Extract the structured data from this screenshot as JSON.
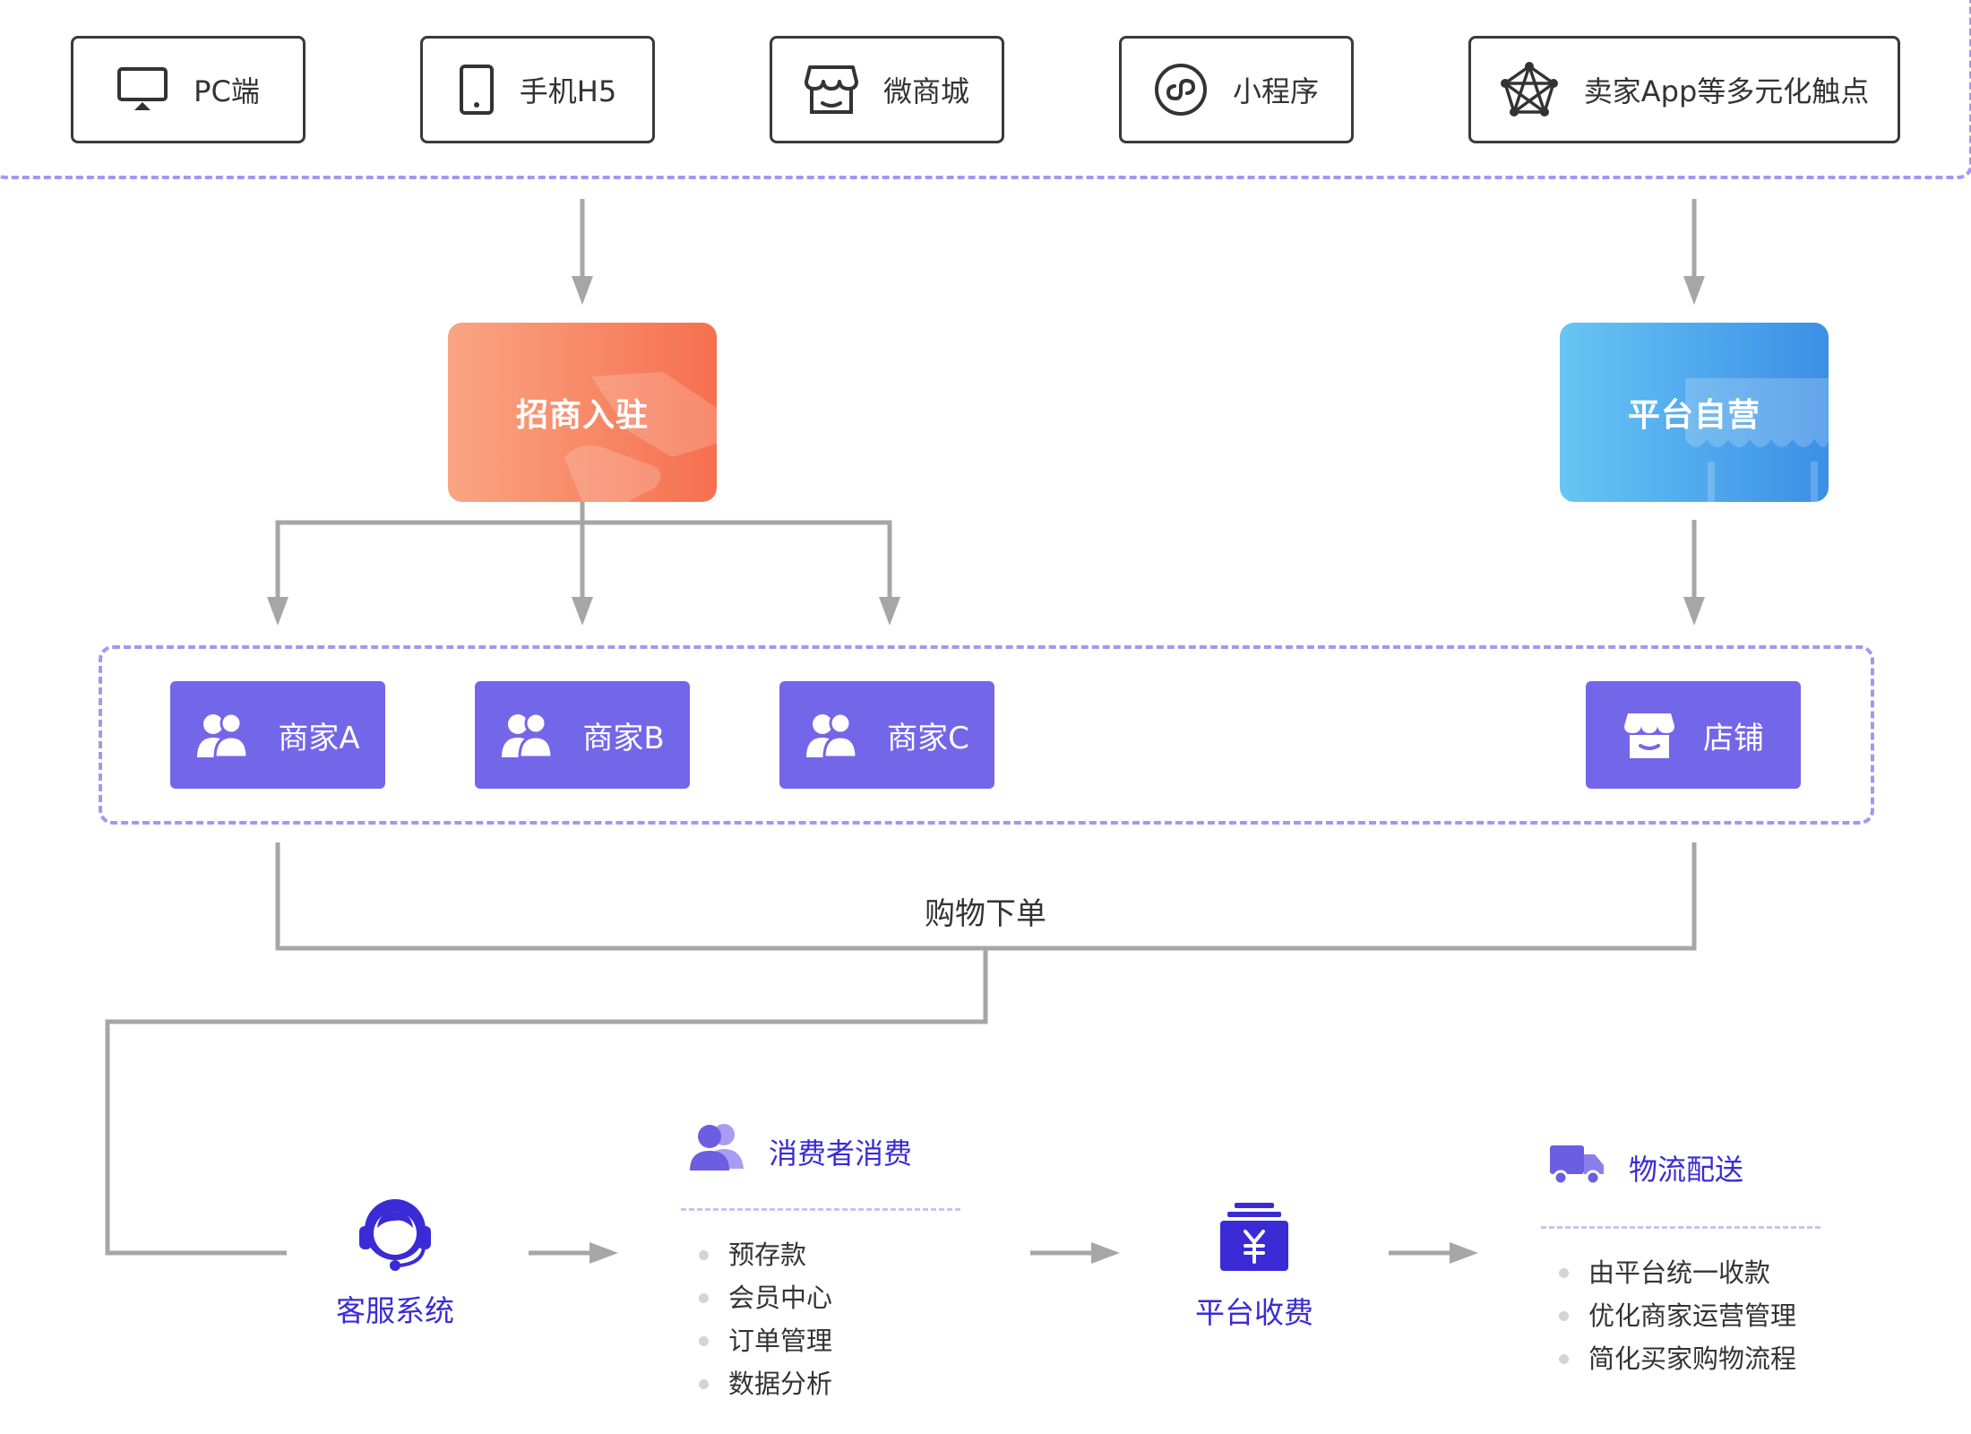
{
  "touchpoints": [
    {
      "label": "PC端",
      "icon": "monitor-icon"
    },
    {
      "label": "手机H5",
      "icon": "phone-icon"
    },
    {
      "label": "微商城",
      "icon": "store-icon"
    },
    {
      "label": "小程序",
      "icon": "mini-program-icon"
    },
    {
      "label": "卖家App等多元化触点",
      "icon": "network-icon"
    }
  ],
  "channels": {
    "merchant_recruitment": "招商入驻",
    "platform_self_operated": "平台自营"
  },
  "merchants": [
    {
      "label": "商家A",
      "icon": "users-icon"
    },
    {
      "label": "商家B",
      "icon": "users-icon"
    },
    {
      "label": "商家C",
      "icon": "users-icon"
    },
    {
      "label": "店铺",
      "icon": "shop-icon"
    }
  ],
  "shopping_label": "购物下单",
  "customer_service": {
    "label": "客服系统",
    "icon": "headset-icon"
  },
  "consumer": {
    "title": "消费者消费",
    "icon": "user-group-icon",
    "items": [
      "预存款",
      "会员中心",
      "订单管理",
      "数据分析"
    ]
  },
  "payment": {
    "label": "平台收费",
    "icon": "yen-icon"
  },
  "logistics": {
    "title": "物流配送",
    "icon": "truck-icon",
    "items": [
      "由平台统一收款",
      "优化商家运营管理",
      "简化买家购物流程"
    ]
  },
  "colors": {
    "accent_purple": "#7466e8",
    "title_blue": "#3a2bd6",
    "dashed_frame": "#a497f0",
    "connector_gray": "#a6a6a6",
    "orange_card": "#f6704f",
    "blue_card": "#3b8fe6"
  }
}
